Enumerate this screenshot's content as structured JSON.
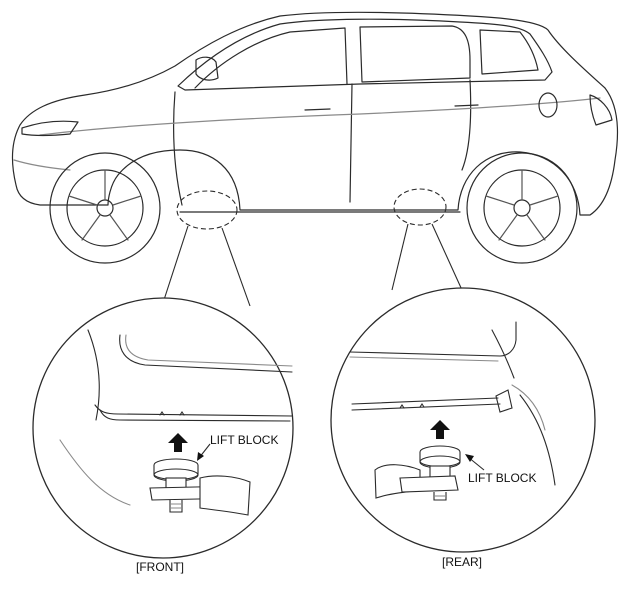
{
  "front": {
    "callout_label": "LIFT BLOCK",
    "caption": "[FRONT]"
  },
  "rear": {
    "callout_label": "LIFT BLOCK",
    "caption": "[REAR]"
  },
  "colors": {
    "line": "#2b2b2b",
    "light_line": "#8a8a8a",
    "background": "#ffffff",
    "arrow_fill": "#111111"
  },
  "icons": {
    "lift_direction": "up-arrow-icon",
    "pointer": "leader-arrow"
  }
}
